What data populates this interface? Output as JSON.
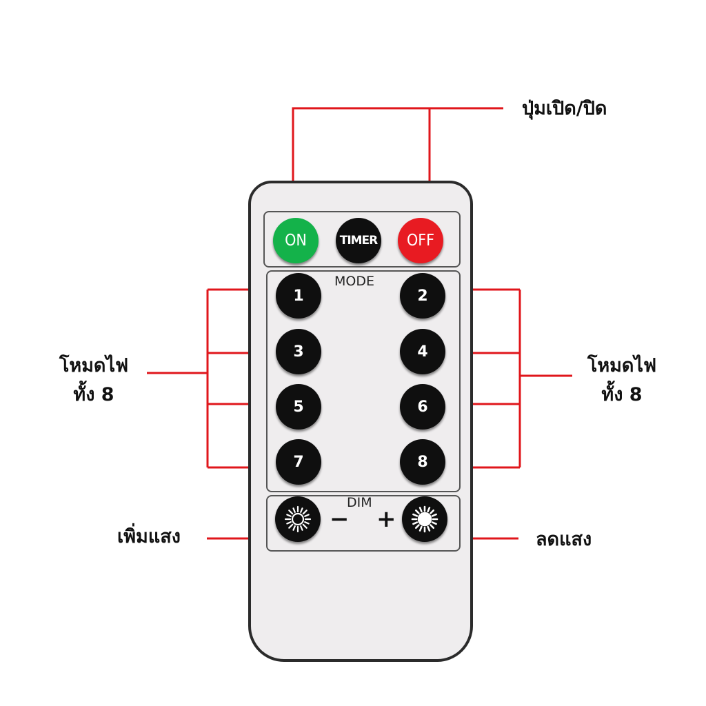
{
  "colors": {
    "annotation_line": "#e0161b",
    "button_on": "#14b24a",
    "button_off": "#e81b22",
    "button_dark": "#0f0f0f"
  },
  "remote": {
    "top_buttons": {
      "on": "ON",
      "timer": "TIMER",
      "off": "OFF"
    },
    "mode": {
      "title": "MODE",
      "buttons": [
        "1",
        "2",
        "3",
        "4",
        "5",
        "6",
        "7",
        "8"
      ]
    },
    "dim": {
      "title": "DIM",
      "minus": "−",
      "plus": "+",
      "icons": [
        "sun-outline-icon",
        "sun-filled-icon"
      ]
    }
  },
  "annotations": {
    "power": "ปุ่มเปิด/ปิด",
    "modes_left": [
      "โหมดไฟ",
      "ทั้ง 8"
    ],
    "modes_right": [
      "โหมดไฟ",
      "ทั้ง 8"
    ],
    "brighter": "เพิ่มแสง",
    "dimmer": "ลดแสง"
  }
}
